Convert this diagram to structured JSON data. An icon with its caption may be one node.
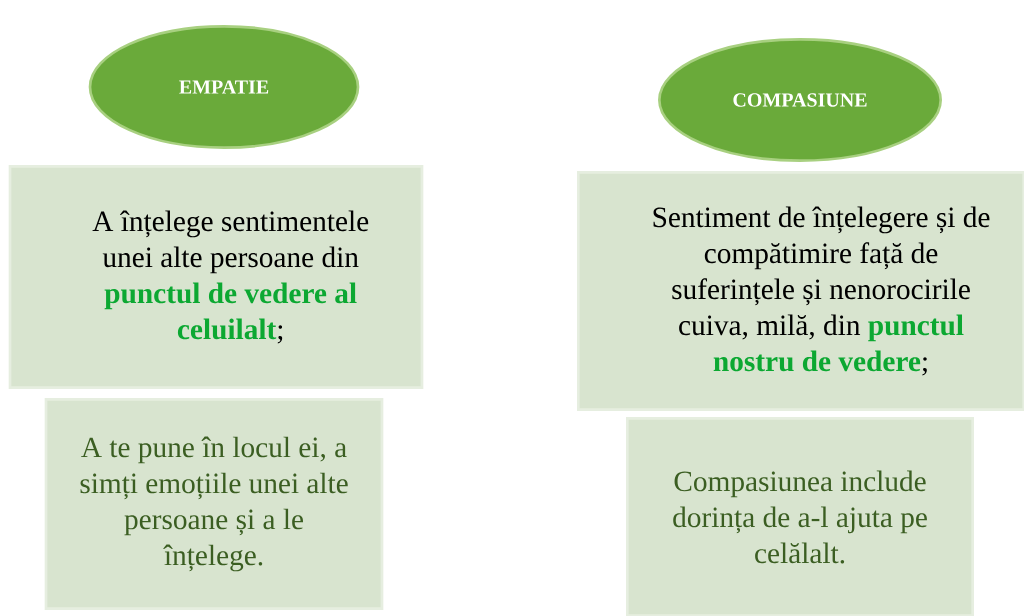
{
  "diagram": {
    "nodes": [
      {
        "text": [
          "EMPATIE"
        ]
      },
      {
        "text": [
          "COMPASIUNE"
        ]
      },
      {
        "text": [
          "A înțelege sentimentele unei alte persoane din **punctul de vedere al celuilalt**;"
        ]
      },
      {
        "text": [
          "A te pune în locul ei, a simți emoțiile unei alte persoane și a le înțelege."
        ]
      },
      {
        "text": [
          "Sentiment de înțelegere și de compătimire față de suferințele și nenorocirile cuiva, milă, din **punctul nostru de vedere**;"
        ]
      },
      {
        "text": [
          "Compasiunea include dorința de a-l ajuta pe celălalt."
        ]
      }
    ]
  }
}
